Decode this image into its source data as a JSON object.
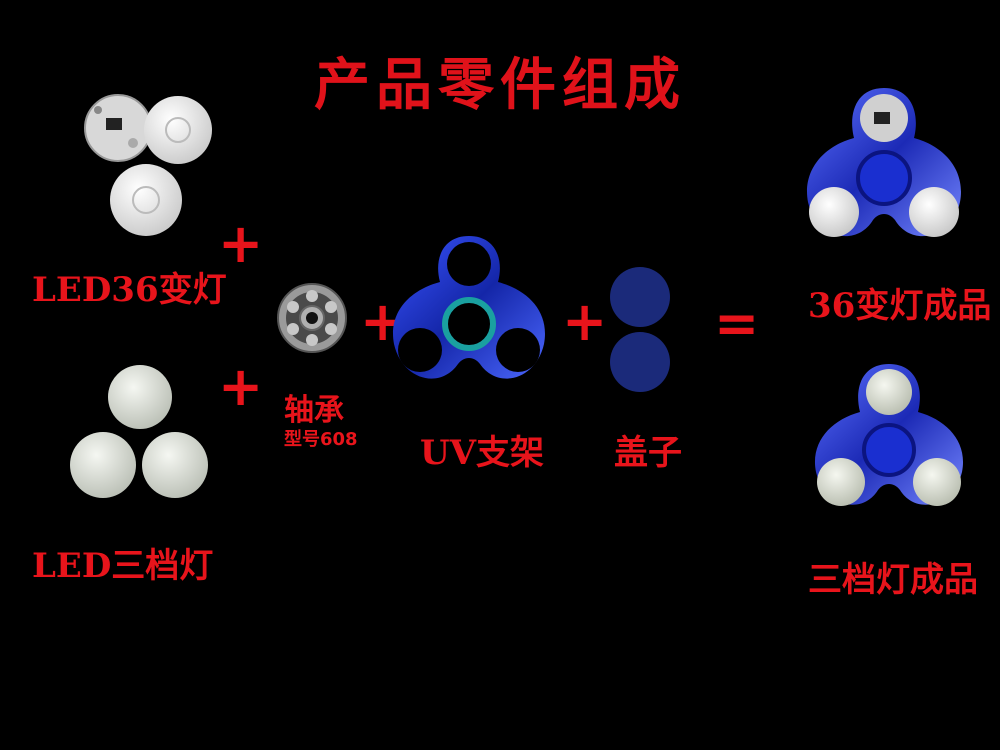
{
  "title": "产品零件组成",
  "labels": {
    "led36": "LED36变灯",
    "led3": "LED三档灯",
    "bearing": "轴承",
    "bearing_model": "型号608",
    "frame": "UV支架",
    "cap": "盖子",
    "product36": "36变灯成品",
    "product3": "三档灯成品"
  },
  "operators": {
    "plus": "+",
    "equals": "="
  },
  "colors": {
    "label_red": "#e8141b",
    "background": "#000000",
    "frame_blue": "#1e2fb0"
  }
}
